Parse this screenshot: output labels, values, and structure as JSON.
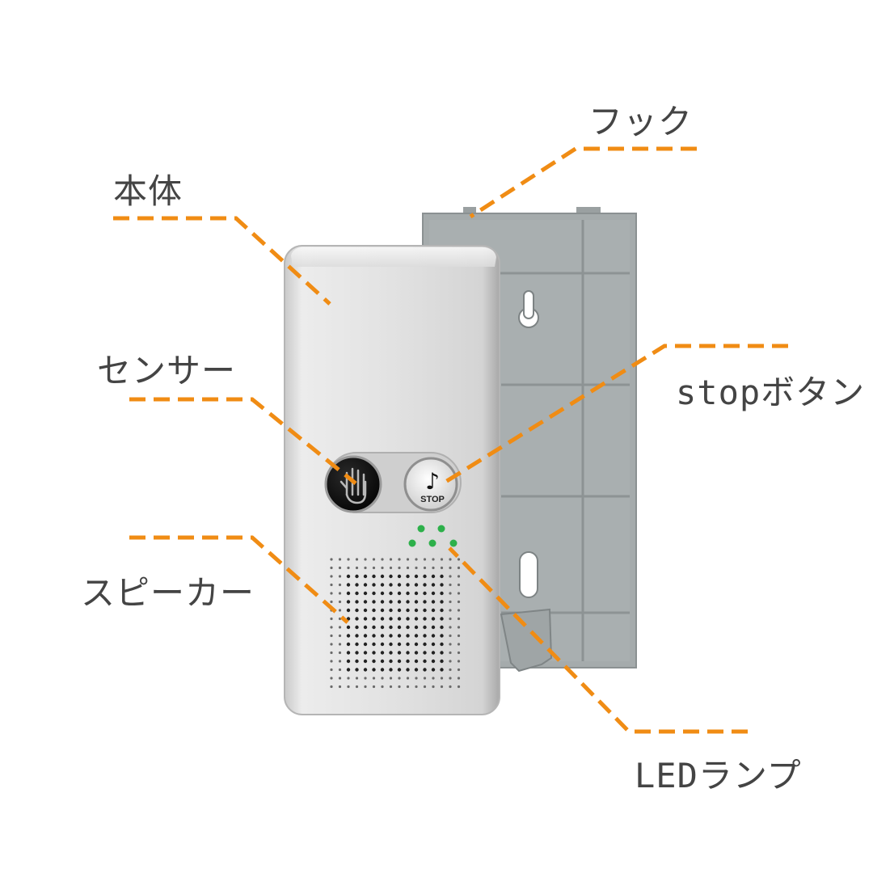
{
  "labels": {
    "hook": "フック",
    "body": "本体",
    "sensor": "センサー",
    "stop_button": "stopボタン",
    "speaker": "スピーカー",
    "led_lamp": "LEDランプ"
  },
  "device": {
    "stop_button_text": "STOP",
    "music_note_icon": "♪",
    "hand_icon": "hand-icon"
  },
  "colors": {
    "leader_line": "#F08C14",
    "label_text": "#444444",
    "housing": "#DADADA",
    "back_plate": "#A3A9AA",
    "led": "#2DB04A"
  }
}
